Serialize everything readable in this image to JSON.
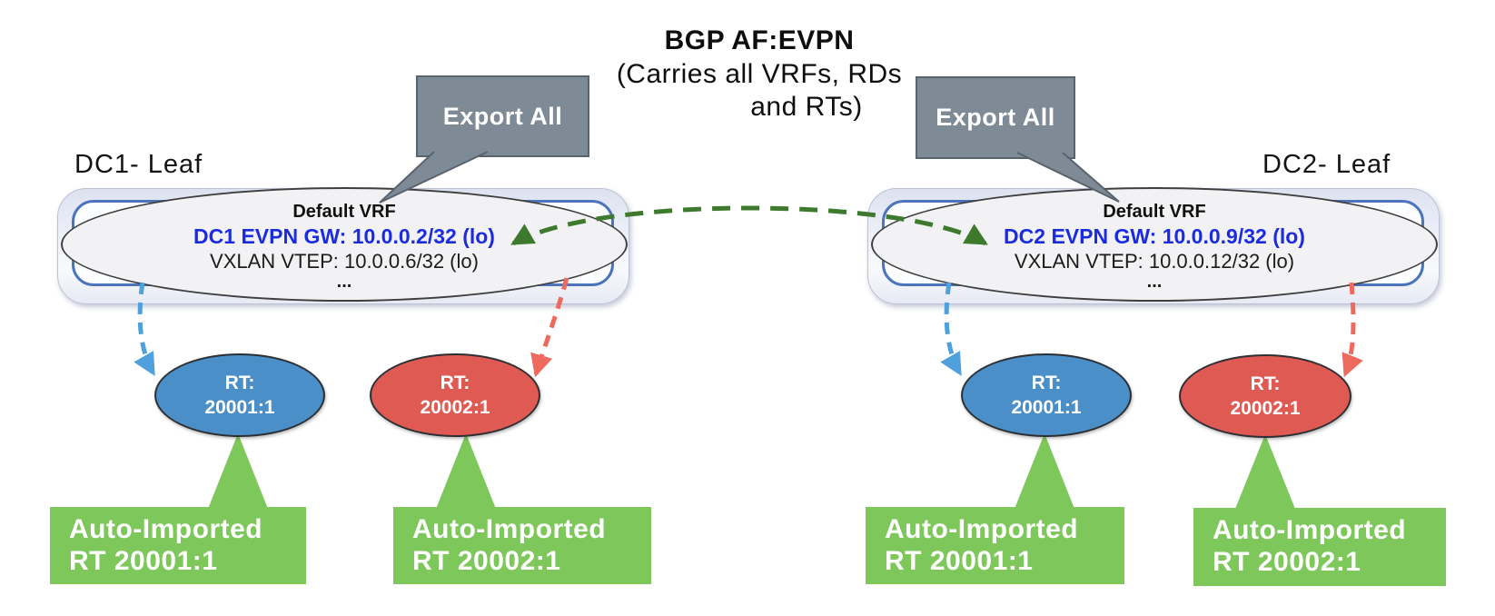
{
  "title": {
    "heading": "BGP AF:EVPN",
    "subtitle_line1": "(Carries all VRFs, RDs",
    "subtitle_line2": "and RTs)"
  },
  "export_all": {
    "dc1": "Export All",
    "dc2": "Export All"
  },
  "dc1": {
    "label": "DC1- Leaf",
    "vrf": {
      "title": "Default VRF",
      "gateway": "DC1 EVPN GW: 10.0.0.2/32 (lo)",
      "vtep": "VXLAN VTEP: 10.0.0.6/32 (lo)",
      "more": "..."
    },
    "rt_blue": {
      "label": "RT:",
      "value": "20001:1"
    },
    "rt_red": {
      "label": "RT:",
      "value": "20002:1"
    },
    "import_blue": {
      "line1": "Auto-Imported",
      "line2": "RT 20001:1"
    },
    "import_red": {
      "line1": "Auto-Imported",
      "line2": "RT 20002:1"
    }
  },
  "dc2": {
    "label": "DC2- Leaf",
    "vrf": {
      "title": "Default VRF",
      "gateway": "DC2 EVPN GW: 10.0.0.9/32 (lo)",
      "vtep": "VXLAN VTEP: 10.0.0.12/32 (lo)",
      "more": "..."
    },
    "rt_blue": {
      "label": "RT:",
      "value": "20001:1"
    },
    "rt_red": {
      "label": "RT:",
      "value": "20002:1"
    },
    "import_blue": {
      "line1": "Auto-Imported",
      "line2": "RT 20001:1"
    },
    "import_red": {
      "line1": "Auto-Imported",
      "line2": "RT 20002:1"
    }
  },
  "colors": {
    "callout_gray": "#7E8A96",
    "leaf_border_blue": "#4C74BD",
    "gateway_text_blue": "#1B2BDF",
    "rt_blue": "#4A8FC7",
    "rt_red": "#E05A54",
    "import_green": "#7EC75B",
    "peering_arrow_green": "#3E7A2D",
    "export_arrow_blue": "#4FA0DD",
    "export_arrow_red": "#EF6A5E"
  }
}
